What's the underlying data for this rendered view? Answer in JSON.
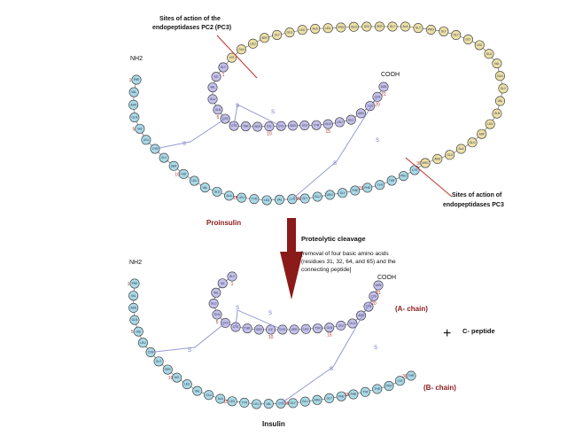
{
  "top": {
    "callout_pc2": [
      "Sites of action of the",
      "endopeptidases PC2 (PC3)"
    ],
    "callout_pc3": [
      "Sites of action of",
      "endopeptidases PC3"
    ],
    "nh2": "NH2",
    "cooh": "COOH",
    "name": "Proinsulin"
  },
  "arrow": {
    "title": "Proteolytic cleavage",
    "note": [
      "[removal of four basic amino acids",
      "(residues 31, 32, 64, and 65) and the",
      "connecting peptide]"
    ]
  },
  "bottom": {
    "nh2": "NH2",
    "cooh": "COOH",
    "a_chain": "(A- chain)",
    "b_chain": "(B- chain)",
    "plus": "+",
    "c_peptide": "C- peptide",
    "name": "Insulin"
  },
  "bond_label": "S",
  "colors": {
    "b_chain": "#a9d9e6",
    "a_chain": "#c4c0ea",
    "c_peptide": "#ece0a6",
    "outline": "#333333",
    "callout": "#c0302a",
    "arrow": "#8b1a1a"
  },
  "residues": {
    "b_chain": [
      "PHE",
      "VAL",
      "ASN",
      "GLN",
      "HIS",
      "LEU",
      "CYS",
      "GLY",
      "SER",
      "HIS",
      "LEU",
      "VAL",
      "GLU",
      "ALA",
      "LEU",
      "TYR",
      "LEU",
      "VAL",
      "CYS",
      "GLY",
      "GLU",
      "ARG",
      "GLY",
      "PHE",
      "PHE",
      "TYR",
      "THR",
      "PRO",
      "LYS",
      "THR"
    ],
    "c_peptide": [
      "ARG",
      "ARG",
      "GLU",
      "ALA",
      "GLU",
      "ASP",
      "LEU",
      "GLN",
      "VAL",
      "GLY",
      "GLN",
      "VAL",
      "GLU",
      "LEU",
      "GLY",
      "GLY",
      "GLY",
      "PRO",
      "GLY",
      "ALA",
      "GLY",
      "SER",
      "LEU",
      "GLN",
      "PRO",
      "LEU",
      "ALA",
      "LEU",
      "GLU",
      "GLY",
      "SER",
      "LEU",
      "GLN",
      "LYS",
      "ARG"
    ],
    "a_chain": [
      "GLY",
      "ILE",
      "VAL",
      "GLU",
      "GLN",
      "CYS",
      "CYS",
      "THR",
      "SER",
      "ILE",
      "CYS",
      "SER",
      "LEU",
      "TYR",
      "GLN",
      "LEU",
      "GLU",
      "ASN",
      "TYR",
      "CYS",
      "ASN"
    ]
  },
  "numbers": {
    "b_chain": [
      "1",
      "5",
      "10",
      "15",
      "20",
      "25",
      "30"
    ],
    "a_chain": [
      "1",
      "5",
      "10",
      "15",
      "20",
      "21"
    ]
  }
}
